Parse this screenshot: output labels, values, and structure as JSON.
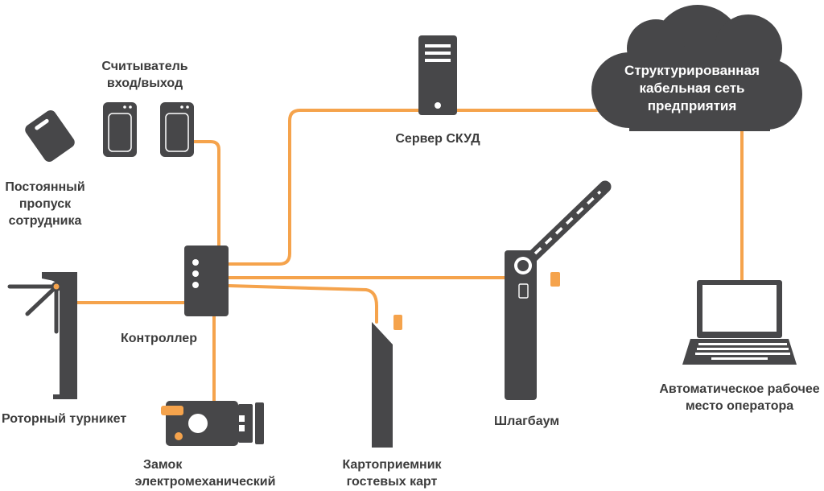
{
  "colors": {
    "device": "#474749",
    "link": "#f5a34c",
    "label": "#3c3c3c",
    "cloud_text": "#ffffff"
  },
  "labels": {
    "reader": [
      "Считыватель",
      "вход/выход"
    ],
    "pass": [
      "Постоянный",
      "пропуск",
      "сотрудника"
    ],
    "controller": "Контроллер",
    "turnstile": "Роторный турникет",
    "lock": [
      "Замок",
      "электромеханический"
    ],
    "card_collector": [
      "Картоприемник",
      "гостевых карт"
    ],
    "barrier": "Шлагбаум",
    "server": "Сервер СКУД",
    "network": [
      "Структурированная",
      "кабельная сеть",
      "предприятия"
    ],
    "workstation": [
      "Автоматическое рабочее",
      "место оператора"
    ]
  }
}
